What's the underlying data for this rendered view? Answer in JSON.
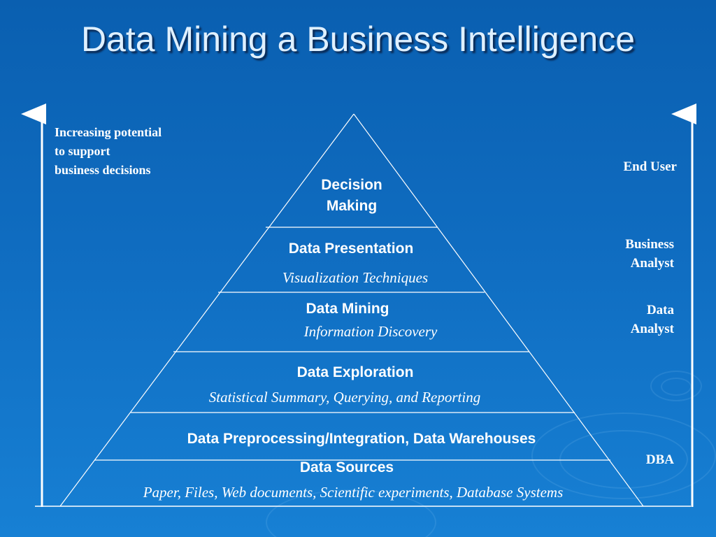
{
  "title": "Data Mining a Business Intelligence",
  "left_axis": {
    "label_lines": [
      "Increasing potential",
      "to support",
      "business decisions"
    ]
  },
  "pyramid": {
    "apex": {
      "label_lines": [
        "Decision",
        "Making"
      ]
    },
    "layers": [
      {
        "name": "Data Presentation",
        "detail": "Visualization Techniques"
      },
      {
        "name": "Data Mining",
        "detail": "Information Discovery"
      },
      {
        "name": "Data Exploration",
        "detail": "Statistical Summary, Querying, and Reporting"
      },
      {
        "name": "Data Preprocessing/Integration, Data Warehouses",
        "detail": ""
      },
      {
        "name": "Data Sources",
        "detail": "Paper, Files, Web documents, Scientific experiments, Database Systems"
      }
    ]
  },
  "roles": {
    "end_user": "End User",
    "business_analyst_lines": [
      "Business",
      "Analyst"
    ],
    "data_analyst_lines": [
      "Data",
      "Analyst"
    ],
    "dba": "DBA"
  },
  "colors": {
    "background_top": "#0a5fb0",
    "background_bottom": "#1780d4",
    "lines": "#ffffff",
    "title": "#dff0ff"
  }
}
